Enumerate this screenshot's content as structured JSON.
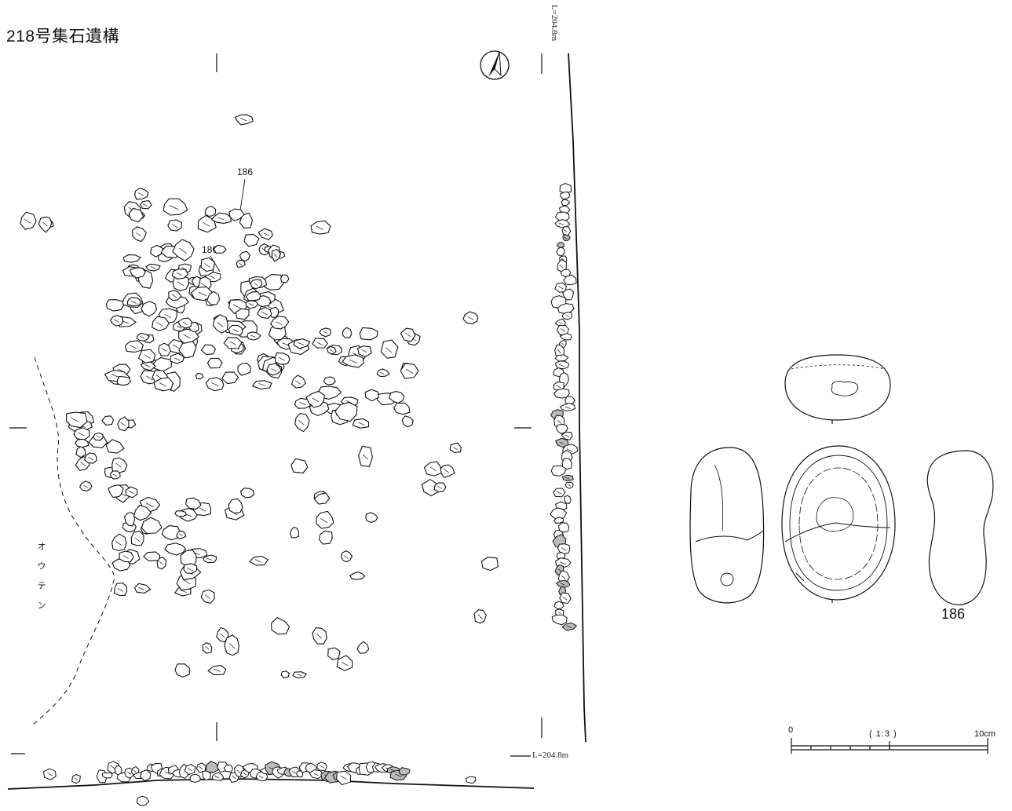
{
  "title": "218号集石遺構",
  "level_vertical": "L=204.8m",
  "level_horizontal": "L=204.8m",
  "side_label": "オウテン",
  "artifact_labels": [
    "186",
    "186",
    "186"
  ],
  "scale": {
    "zero": "0",
    "ratio": "( 1:3 )",
    "end": "10cm"
  },
  "icons": {
    "north": "north-arrow-icon"
  }
}
